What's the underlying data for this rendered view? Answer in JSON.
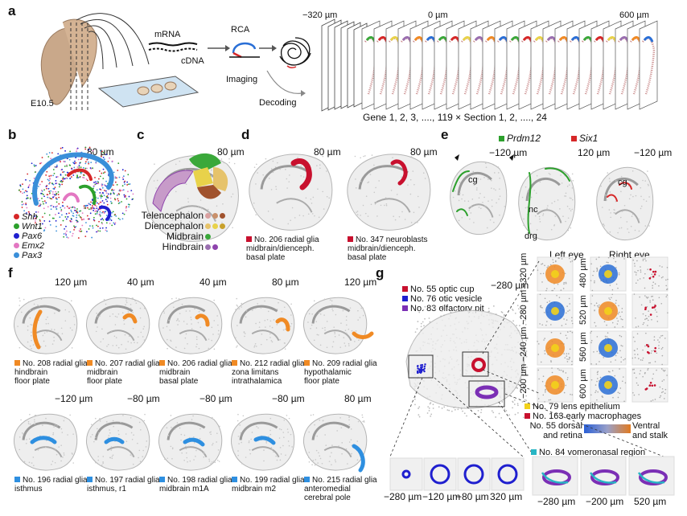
{
  "panel_labels": {
    "a": "a",
    "b": "b",
    "c": "c",
    "d": "d",
    "e": "e",
    "f": "f",
    "g": "g"
  },
  "panel_a": {
    "stage": "E10.5",
    "mrna": "mRNA",
    "cdna": "cDNA",
    "rca": "RCA",
    "imaging": "Imaging",
    "decoding": "Decoding",
    "pos_start": "−320 µm",
    "pos_mid": "0 µm",
    "pos_end": "600 µm",
    "formula": "Gene 1, 2, 3, ...., 119  ×  Section 1, 2, ...., 24"
  },
  "panel_b": {
    "depth": "80 µm",
    "genes": [
      {
        "name": "Shh",
        "color": "#d62728"
      },
      {
        "name": "Wnt1",
        "color": "#2ca02c"
      },
      {
        "name": "Pax6",
        "color": "#1f1fcf"
      },
      {
        "name": "Emx2",
        "color": "#e377c2"
      },
      {
        "name": "Pax3",
        "color": "#3a8fd9"
      }
    ]
  },
  "panel_c": {
    "depth": "80 µm",
    "regions": [
      {
        "name": "Telencephalon",
        "colors": [
          "#d9a0a0",
          "#c9906a",
          "#a0522d"
        ]
      },
      {
        "name": "Diencephalon",
        "colors": [
          "#e6c36b",
          "#e8d24a",
          "#c8a02a"
        ]
      },
      {
        "name": "Midbrain",
        "colors": [
          "#3aa83a"
        ]
      },
      {
        "name": "Hindbrain",
        "colors": [
          "#9a6fb0",
          "#8e44ad"
        ]
      }
    ]
  },
  "panel_d": {
    "depth1": "80 µm",
    "depth2": "80 µm",
    "cap1": [
      "No. 206 radial glia",
      "midbrain/dienceph.",
      "basal plate"
    ],
    "cap2": [
      "No. 347 neuroblasts",
      "midbrain/dienceph.",
      "basal plate"
    ],
    "accent": "#c8102e"
  },
  "panel_e": {
    "legend1": "Prdm12",
    "legend2": "Six1",
    "legend1_color": "#2ca02c",
    "legend2_color": "#d62728",
    "depths": [
      "−120 µm",
      "120 µm",
      "−120 µm"
    ],
    "labels": {
      "cg1": "cg",
      "nc": "nc",
      "drg": "drg",
      "cg2": "cg"
    }
  },
  "panel_f": {
    "accent_orange": "#f08a24",
    "accent_blue": "#2e8fe0",
    "row1": [
      {
        "depth": "120 µm",
        "cap": [
          "No. 208 radial glia",
          "hindbrain",
          "floor plate"
        ]
      },
      {
        "depth": "40 µm",
        "cap": [
          "No. 207 radial glia",
          "midbrain",
          "floor plate"
        ]
      },
      {
        "depth": "40 µm",
        "cap": [
          "No. 206 radial glia",
          "midbrain",
          "basal plate"
        ]
      },
      {
        "depth": "80 µm",
        "cap": [
          "No. 212 radial glia",
          "zona limitans",
          "intrathalamica"
        ]
      },
      {
        "depth": "120 µm",
        "cap": [
          "No. 209 radial glia",
          "hypothalamic",
          "floor plate"
        ]
      }
    ],
    "row2": [
      {
        "depth": "−120 µm",
        "cap": [
          "No. 196 radial glia",
          "isthmus"
        ]
      },
      {
        "depth": "−80 µm",
        "cap": [
          "No. 197 radial glia",
          "isthmus, r1"
        ]
      },
      {
        "depth": "−80 µm",
        "cap": [
          "No. 198 radial glia",
          "midbrain m1A"
        ]
      },
      {
        "depth": "−80 µm",
        "cap": [
          "No. 199 radial glia",
          "midbrain m2"
        ]
      },
      {
        "depth": "80 µm",
        "cap": [
          "No. 215 radial glia",
          "anteromedial",
          "cerebral pole"
        ]
      }
    ]
  },
  "panel_g": {
    "main_depth": "−280 µm",
    "legend": [
      {
        "label": "No. 55 optic cup",
        "color": "#c8102e"
      },
      {
        "label": "No. 76 otic vesicle",
        "color": "#1f1fcf"
      },
      {
        "label": "No. 83 olfactory pit",
        "color": "#7b2fb5"
      }
    ],
    "left_eye": "Left eye",
    "right_eye": "Right eye",
    "left_depths": [
      "−320 µm",
      "−280 µm",
      "−240 µm",
      "−200 µm"
    ],
    "right_depths": [
      "480 µm",
      "520 µm",
      "560 µm",
      "600 µm"
    ],
    "legend2": [
      {
        "label": "No. 79 lens epithelium",
        "color": "#f2d21b"
      },
      {
        "label": "No. 163 early macrophages",
        "color": "#c8102e"
      }
    ],
    "gradient_label_left": [
      "No. 55 dorsal",
      "and retina"
    ],
    "gradient_label_right": [
      "Ventral",
      "and stalk"
    ],
    "vomeronasal": "No. 84 vomeronasal region",
    "vomeronasal_color": "#27b5c4",
    "bottom_left_depths": [
      "−280 µm",
      "−120 µm",
      "−80 µm",
      "320 µm"
    ],
    "bottom_right_depths": [
      "−280 µm",
      "−200 µm",
      "520 µm"
    ]
  }
}
